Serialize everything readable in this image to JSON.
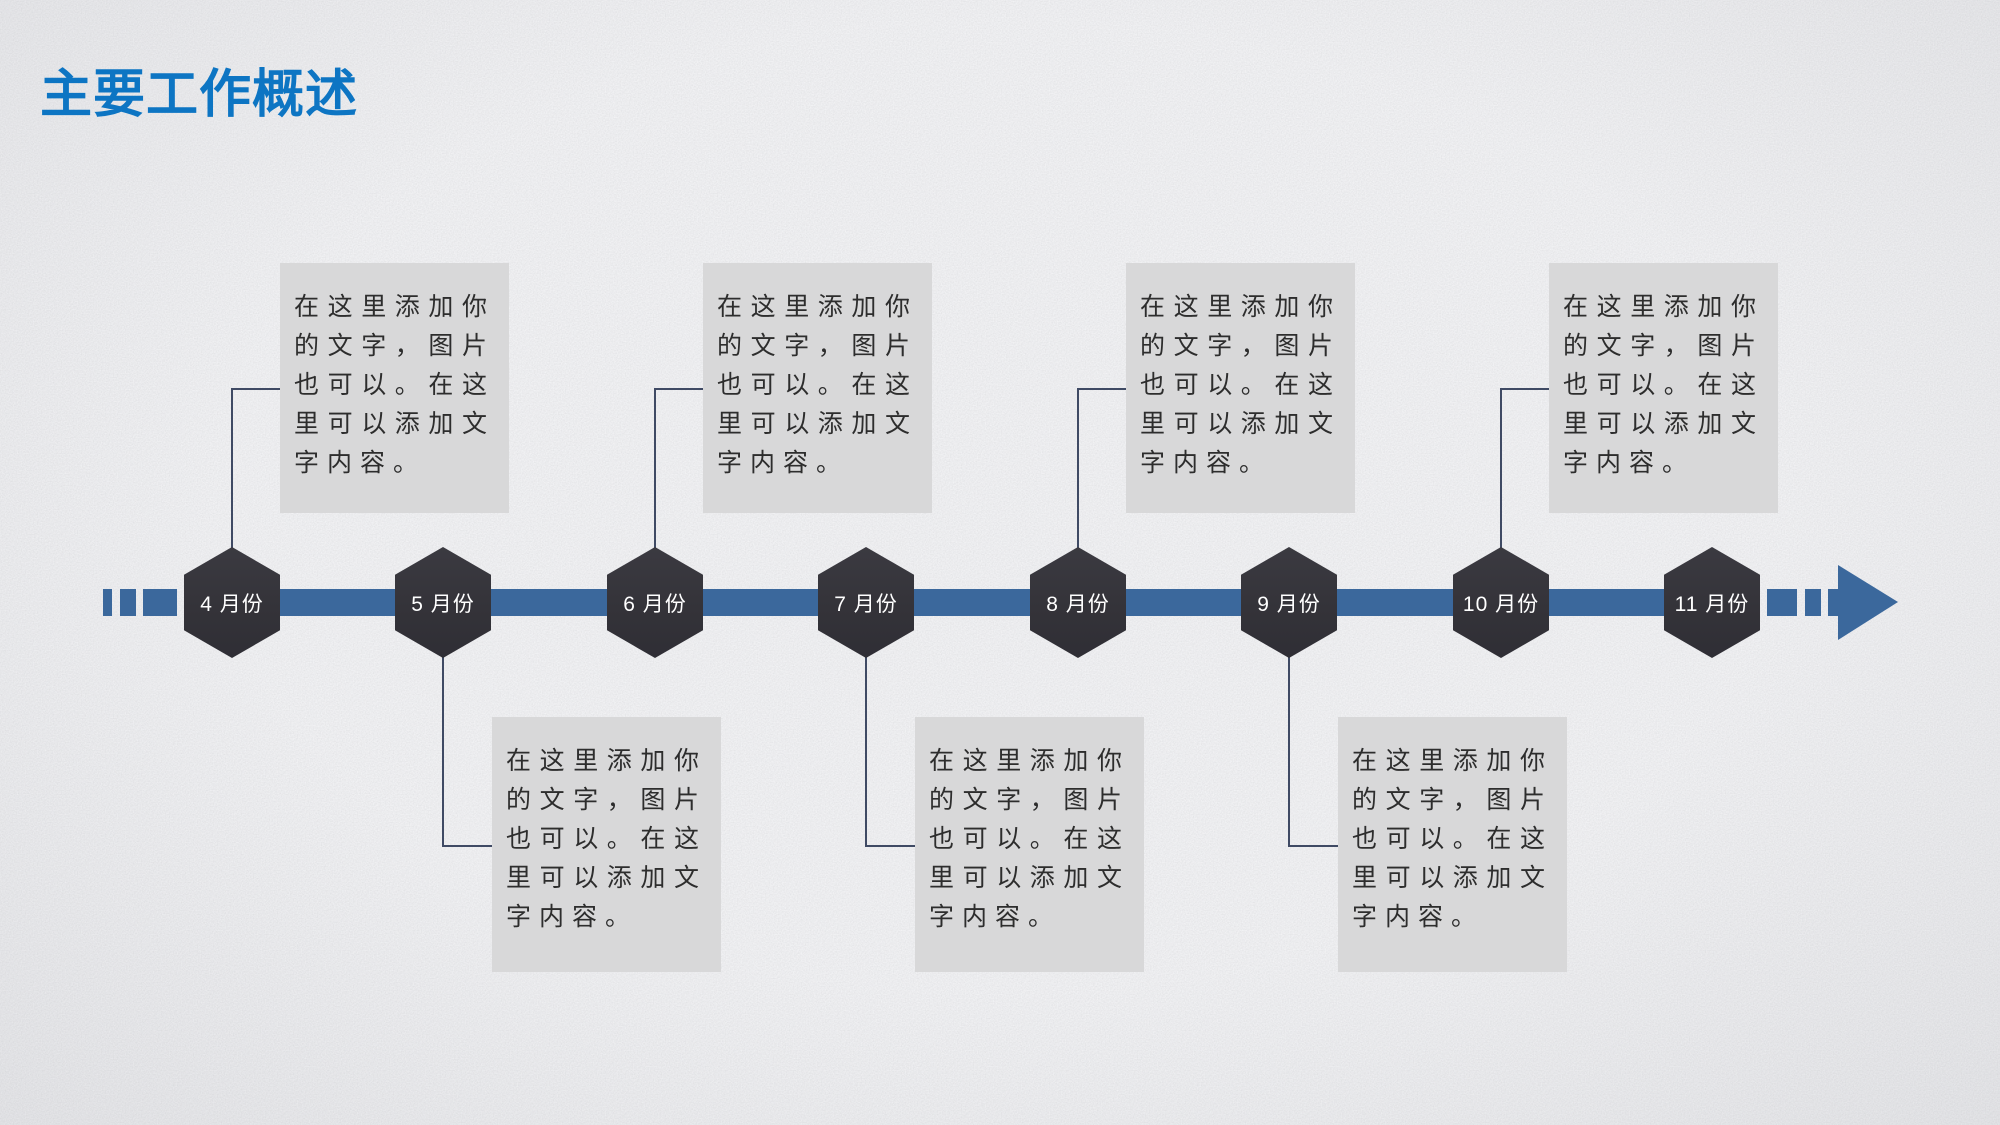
{
  "slide": {
    "title": "主要工作概述",
    "colors": {
      "title_blue": "#0d75c3",
      "timeline_blue": "#3b689c",
      "hexagon_dark": "#343339",
      "note_background": "#d8d8d9",
      "note_text": "#2d2d2d",
      "connector_line": "#3f4a64",
      "month_label_text": "#ffffff",
      "slide_background": "#eaebed"
    },
    "timeline": {
      "direction": "left-to-right arrow",
      "months": [
        {
          "label": "4 月份",
          "side": "above",
          "detail": "在这里添加你的文字，图片也可以。在这里可以添加文字内容。"
        },
        {
          "label": "5 月份",
          "side": "below",
          "detail": "在这里添加你的文字，图片也可以。在这里可以添加文字内容。"
        },
        {
          "label": "6 月份",
          "side": "above",
          "detail": "在这里添加你的文字，图片也可以。在这里可以添加文字内容。"
        },
        {
          "label": "7 月份",
          "side": "below",
          "detail": "在这里添加你的文字，图片也可以。在这里可以添加文字内容。"
        },
        {
          "label": "8 月份",
          "side": "above",
          "detail": "在这里添加你的文字，图片也可以。在这里可以添加文字内容。"
        },
        {
          "label": "9 月份",
          "side": "below",
          "detail": "在这里添加你的文字，图片也可以。在这里可以添加文字内容。"
        },
        {
          "label": "10 月份",
          "side": "above",
          "detail": "在这里添加你的文字，图片也可以。在这里可以添加文字内容。"
        },
        {
          "label": "11 月份",
          "side": "none",
          "detail": ""
        }
      ]
    }
  }
}
